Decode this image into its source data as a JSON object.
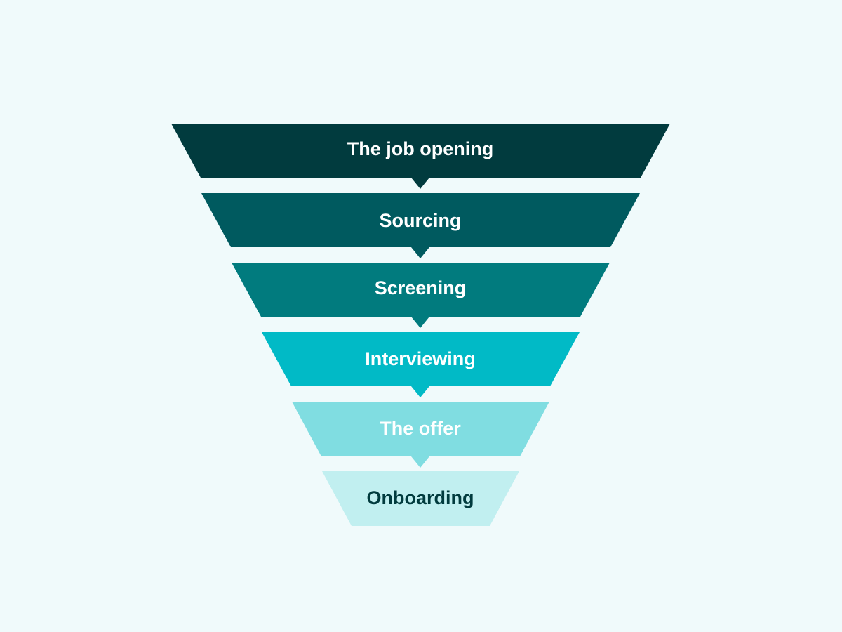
{
  "background_color": "#f0fafb",
  "stages": [
    {
      "label": "The job opening",
      "fill": "#013b3e",
      "text_color": "#ffffff"
    },
    {
      "label": "Sourcing",
      "fill": "#005a5f",
      "text_color": "#ffffff"
    },
    {
      "label": "Screening",
      "fill": "#017b7e",
      "text_color": "#ffffff"
    },
    {
      "label": "Interviewing",
      "fill": "#01bac6",
      "text_color": "#ffffff"
    },
    {
      "label": "The offer",
      "fill": "#80dde1",
      "text_color": "#ffffff"
    },
    {
      "label": "Onboarding",
      "fill": "#c1eff0",
      "text_color": "#013b3e"
    }
  ]
}
